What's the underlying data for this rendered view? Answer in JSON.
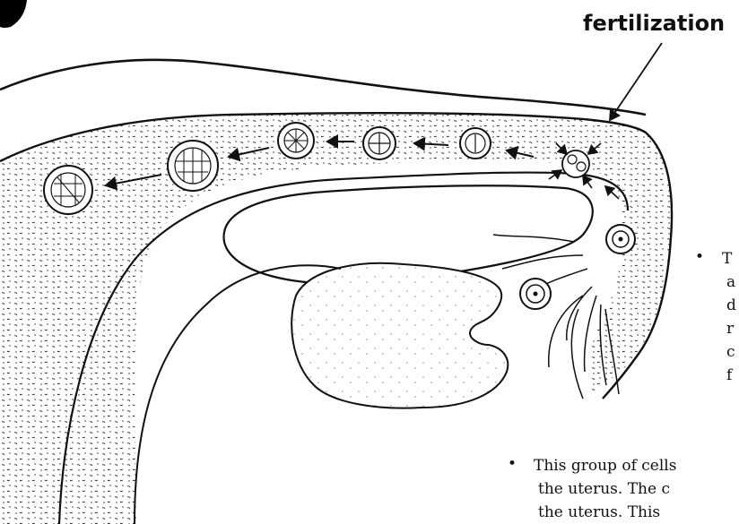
{
  "diagram": {
    "label_fertilization": "fertilization",
    "bullet": "•",
    "note_right_lines": [
      "T",
      "a",
      "d",
      "r",
      "c",
      "f"
    ],
    "note_bottom_lines": [
      "This group of cells",
      "the uterus.  The c",
      "the uterus.  This"
    ]
  }
}
